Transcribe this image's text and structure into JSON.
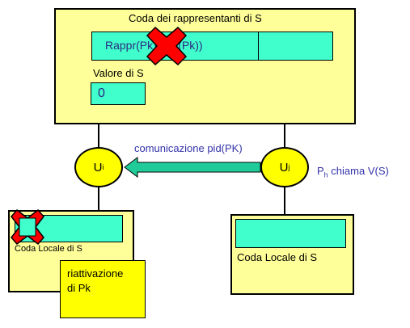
{
  "top_box": {
    "title": "Coda dei rappresentanti di S",
    "queue_text": "Rappr(Pk), pid(Pk))",
    "value_label": "Valore di S",
    "value": "0"
  },
  "nodes": {
    "left": {
      "base": "U",
      "sub": "i"
    },
    "right": {
      "base": "U",
      "sub": "j"
    }
  },
  "message_label": "comunicazione pid(PK)",
  "call_label": {
    "prefix": "P",
    "sub": "h",
    "rest": " chiama V(S)"
  },
  "left_local": {
    "label": "Coda Locale di S"
  },
  "right_local": {
    "label": "Coda Locale di S"
  },
  "note": {
    "line1": "riattivazione",
    "line2": "di Pk"
  },
  "colors": {
    "box": "#ffff99",
    "node": "#ffff00",
    "queue": "#40ffcc",
    "arrow": "#1fcc99",
    "cross": "#ff0000",
    "label_blue": "#3333aa"
  }
}
